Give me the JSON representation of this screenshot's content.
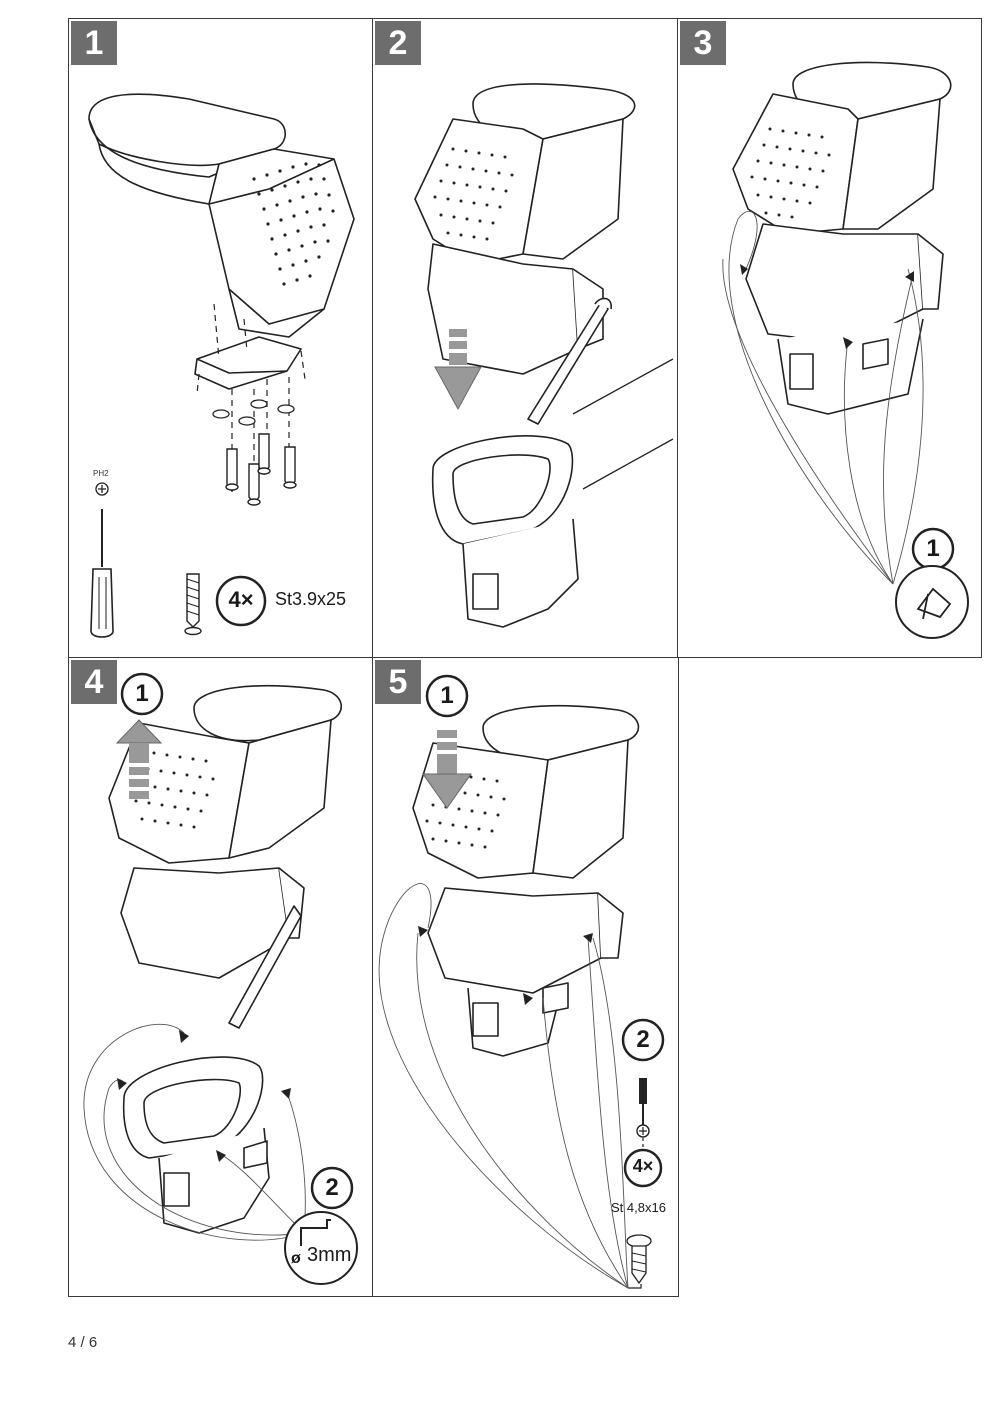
{
  "steps": [
    {
      "number": "1"
    },
    {
      "number": "2"
    },
    {
      "number": "3"
    },
    {
      "number": "4"
    },
    {
      "number": "5"
    }
  ],
  "step1": {
    "screwdriver_label": "PH2",
    "screw_count": "4×",
    "screw_spec": "St3.9x25"
  },
  "step3": {
    "sub_step": "1"
  },
  "step4": {
    "sub_step_a": "1",
    "sub_step_b": "2",
    "drill_size": "3mm",
    "drill_symbol": "ø"
  },
  "step5": {
    "sub_step_a": "1",
    "sub_step_b": "2",
    "screw_count": "4×",
    "screw_spec": "St 4,8x16"
  },
  "footer": {
    "page": "4 / 6"
  }
}
